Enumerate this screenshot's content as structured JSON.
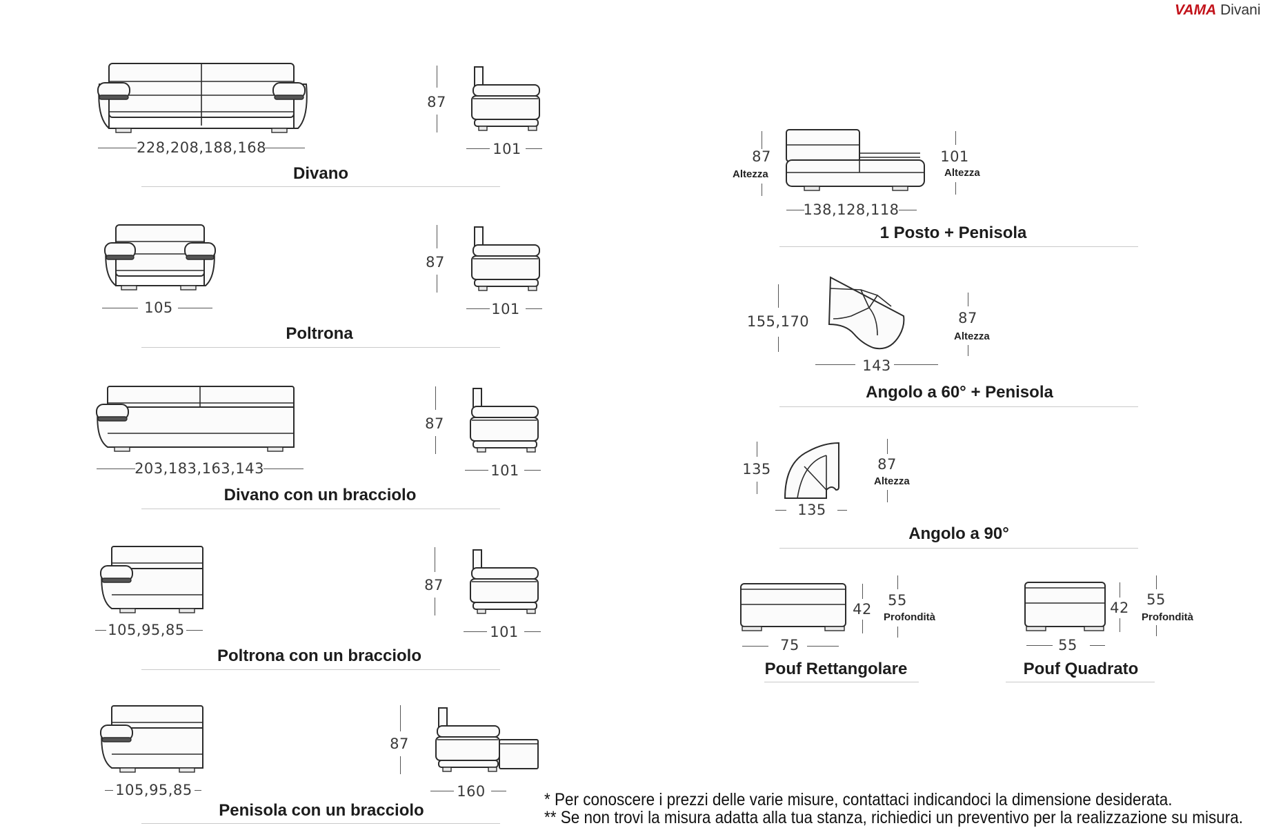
{
  "brand": {
    "logo_mark": "VAMA",
    "logo_text": "Divani"
  },
  "left_items": [
    {
      "title": "Divano",
      "width": "228,208,188,168",
      "height": "87",
      "depth": "101"
    },
    {
      "title": "Poltrona",
      "width": "105",
      "height": "87",
      "depth": "101"
    },
    {
      "title": "Divano con un bracciolo",
      "width": "203,183,163,143",
      "height": "87",
      "depth": "101"
    },
    {
      "title": "Poltrona con un bracciolo",
      "width": "105,95,85",
      "height": "87",
      "depth": "101"
    },
    {
      "title": "Penisola con un bracciolo",
      "width": "105,95,85",
      "height": "87",
      "depth": "160"
    }
  ],
  "right_items": {
    "posto_penisola": {
      "title": "1 Posto + Penisola",
      "width": "138,128,118",
      "height_left": "87",
      "height_left_label": "Altezza",
      "height_right": "101",
      "height_right_label": "Altezza"
    },
    "angolo_60": {
      "title": "Angolo a 60° + Penisola",
      "depth": "155,170",
      "width": "143",
      "height": "87",
      "height_label": "Altezza"
    },
    "angolo_90": {
      "title": "Angolo a 90°",
      "depth": "135",
      "width": "135",
      "height": "87",
      "height_label": "Altezza"
    },
    "pouf_rett": {
      "title": "Pouf Rettangolare",
      "width": "75",
      "height": "42",
      "depth": "55",
      "depth_label": "Profondità"
    },
    "pouf_quad": {
      "title": "Pouf Quadrato",
      "width": "55",
      "height": "42",
      "depth": "55",
      "depth_label": "Profondità"
    }
  },
  "notes": [
    "* Per conoscere i prezzi delle varie misure, contattaci indicandoci la dimensione desiderata.",
    "** Se non trovi la misura adatta alla tua stanza, richiedici un preventivo per la realizzazione su misura."
  ]
}
